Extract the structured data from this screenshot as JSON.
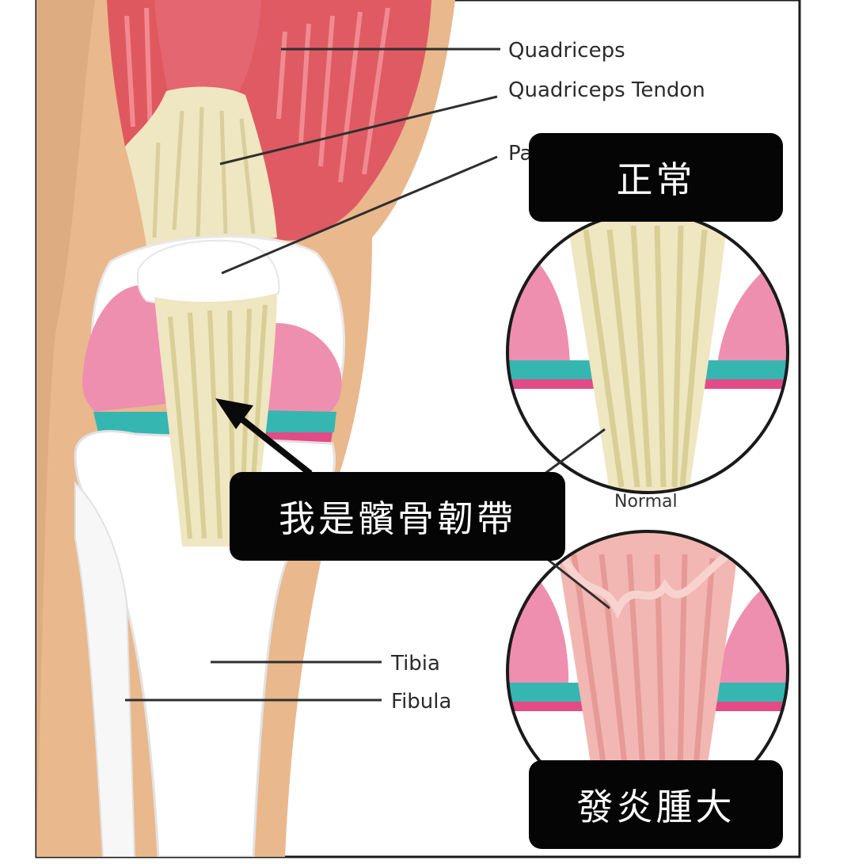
{
  "labels": {
    "quadriceps": "Quadriceps",
    "quadriceps_tendon": "Quadriceps Tendon",
    "patellar_partial": "Pa",
    "tibia": "Tibia",
    "fibula": "Fibula",
    "normal": "Normal"
  },
  "callouts": {
    "normal": "正常",
    "tendon": "我是髕骨韌帶",
    "inflamed": "發炎腫大"
  },
  "colors": {
    "skin": "#e9b88d",
    "muscle": "#e06068",
    "tendon": "#efe6c2",
    "cartilage_pink": "#ef8fb0",
    "meniscus_teal": "#36b6b1",
    "bone": "#ffffff",
    "inflamed_tendon": "#f2b7b2",
    "callout_bg": "#050505"
  },
  "icons": [
    "arrow-pointer-icon"
  ]
}
